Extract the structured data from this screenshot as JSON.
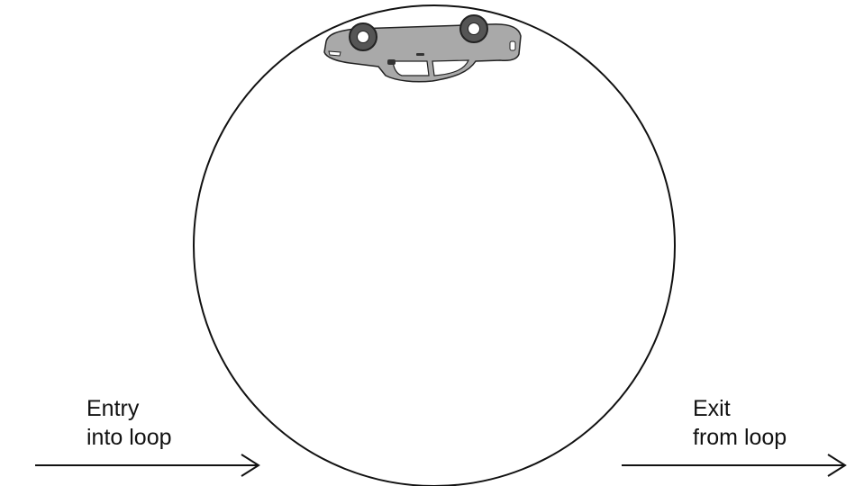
{
  "entry": {
    "line1": "Entry",
    "line2": "into loop"
  },
  "exit": {
    "line1": "Exit",
    "line2": "from loop"
  },
  "colors": {
    "stroke": "#111111",
    "car_body": "#a9a9a9",
    "tire": "#555555",
    "window": "#ffffff"
  }
}
